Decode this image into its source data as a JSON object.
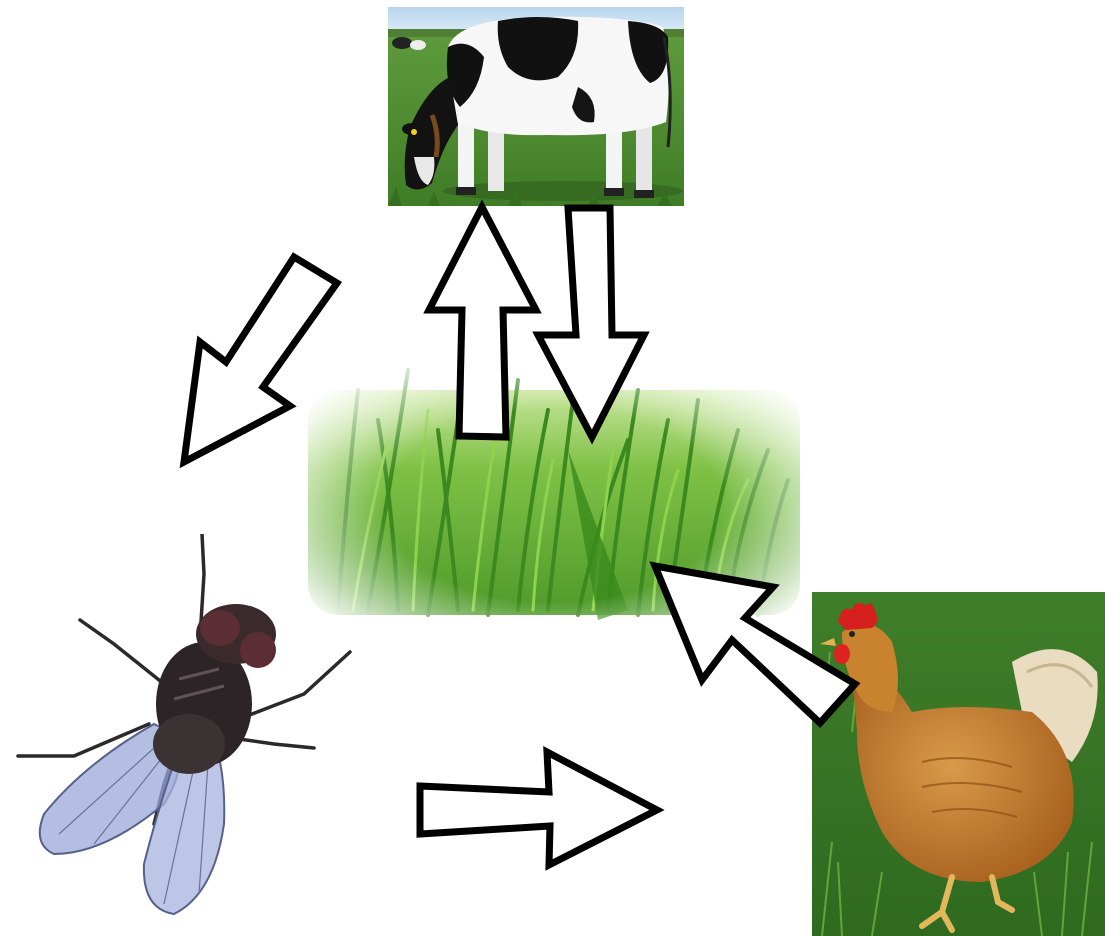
{
  "diagram": {
    "type": "food-cycle",
    "nodes": [
      {
        "id": "cow",
        "icon": "cow-photo"
      },
      {
        "id": "grass",
        "icon": "grass-photo"
      },
      {
        "id": "fly",
        "icon": "housefly-photo"
      },
      {
        "id": "hen",
        "icon": "hen-photo"
      }
    ],
    "edges": [
      {
        "from": "grass",
        "to": "cow"
      },
      {
        "from": "cow",
        "to": "grass"
      },
      {
        "from": "cow",
        "to": "fly"
      },
      {
        "from": "fly",
        "to": "hen"
      },
      {
        "from": "hen",
        "to": "grass"
      }
    ],
    "colors": {
      "arrow_fill": "#ffffff",
      "arrow_outline": "#000000",
      "background": "#ffffff"
    }
  }
}
